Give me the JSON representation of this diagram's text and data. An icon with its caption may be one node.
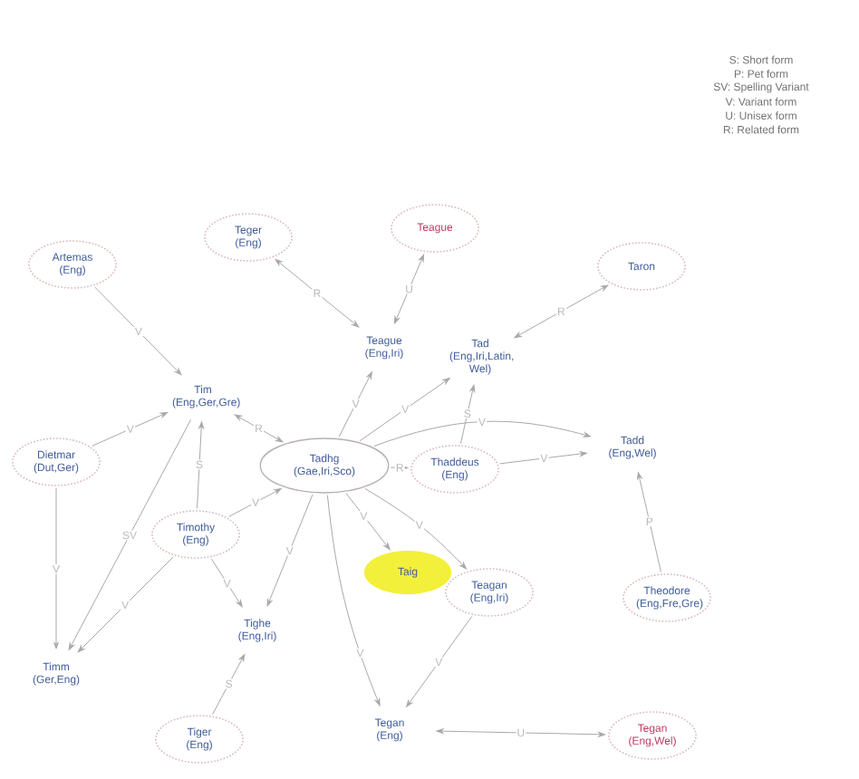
{
  "diagram": {
    "nodes": [
      {
        "text": [
          "Teger",
          "(Eng)"
        ]
      },
      {
        "text": [
          "Teague"
        ]
      },
      {
        "text": [
          "Artemas",
          "(Eng)"
        ]
      },
      {
        "text": [
          "Taron"
        ]
      },
      {
        "text": [
          "Teague",
          "(Eng,Iri)"
        ]
      },
      {
        "text": [
          "Tad",
          "(Eng,Iri,Latin, Wel)"
        ]
      },
      {
        "text": [
          "Tim",
          "(Eng,Ger,Gre)"
        ]
      },
      {
        "text": [
          "Dietmar",
          "(Dut,Ger)"
        ]
      },
      {
        "text": [
          "Tadhg",
          "(Gae,Iri,Sco)"
        ]
      },
      {
        "text": [
          "Thaddeus",
          "(Eng)"
        ]
      },
      {
        "text": [
          "Tadd",
          "(Eng,Wel)"
        ]
      },
      {
        "text": [
          "Timothy",
          "(Eng)"
        ]
      },
      {
        "text": [
          "Taig"
        ]
      },
      {
        "text": [
          "Teagan",
          "(Eng,Iri)"
        ]
      },
      {
        "text": [
          "Theodore",
          "(Eng,Fre,Gre)"
        ]
      },
      {
        "text": [
          "Tighe",
          "(Eng,Iri)"
        ]
      },
      {
        "text": [
          "Timm",
          "(Ger,Eng)"
        ]
      },
      {
        "text": [
          "Tiger",
          "(Eng)"
        ]
      },
      {
        "text": [
          "Tegan",
          "(Eng)"
        ]
      },
      {
        "text": [
          "Tegan",
          "(Eng,Wel)"
        ]
      }
    ],
    "edges": [
      {
        "from": 0,
        "to": 4,
        "arrow": "both",
        "label": "R"
      },
      {
        "from": 1,
        "to": 4,
        "arrow": "both",
        "label": "U"
      },
      {
        "from": 2,
        "to": 6,
        "arrow": "to",
        "label": "V"
      },
      {
        "from": 3,
        "to": 5,
        "arrow": "both",
        "label": "R"
      },
      {
        "from": 8,
        "to": 4,
        "arrow": "to",
        "label": "V"
      },
      {
        "from": 8,
        "to": 5,
        "arrow": "to",
        "label": "V"
      },
      {
        "from": 9,
        "to": 5,
        "arrow": "to",
        "label": "S"
      },
      {
        "from": 8,
        "to": 6,
        "arrow": "both",
        "label": "R"
      },
      {
        "from": 7,
        "to": 6,
        "arrow": "to",
        "label": "V"
      },
      {
        "from": 8,
        "to": 9,
        "arrow": "to",
        "label": "R"
      },
      {
        "from": 8,
        "to": 10,
        "arrow": "to",
        "label": "V"
      },
      {
        "from": 9,
        "to": 10,
        "arrow": "to",
        "label": "V"
      },
      {
        "from": 14,
        "to": 10,
        "arrow": "to",
        "label": "P"
      },
      {
        "from": 11,
        "to": 6,
        "arrow": "to",
        "label": "S"
      },
      {
        "from": 6,
        "to": 16,
        "arrow": "to",
        "label": "SV"
      },
      {
        "from": 11,
        "to": 8,
        "arrow": "to",
        "label": "V"
      },
      {
        "from": 7,
        "to": 16,
        "arrow": "to",
        "label": "V"
      },
      {
        "from": 11,
        "to": 16,
        "arrow": "to",
        "label": "V"
      },
      {
        "from": 11,
        "to": 15,
        "arrow": "to",
        "label": "V"
      },
      {
        "from": 8,
        "to": 15,
        "arrow": "to",
        "label": "V"
      },
      {
        "from": 8,
        "to": 12,
        "arrow": "to",
        "label": "V"
      },
      {
        "from": 8,
        "to": 18,
        "arrow": "to",
        "label": "V"
      },
      {
        "from": 8,
        "to": 13,
        "arrow": "to",
        "label": "V"
      },
      {
        "from": 13,
        "to": 18,
        "arrow": "to",
        "label": "V"
      },
      {
        "from": 17,
        "to": 15,
        "arrow": "to",
        "label": "S"
      },
      {
        "from": 18,
        "to": 19,
        "arrow": "both",
        "label": "U"
      }
    ],
    "labels": [
      "S: Short form",
      "P: Pet form",
      "SV: Spelling Variant",
      "V: Variant form",
      "U: Unisex form",
      "R: Related form"
    ]
  }
}
